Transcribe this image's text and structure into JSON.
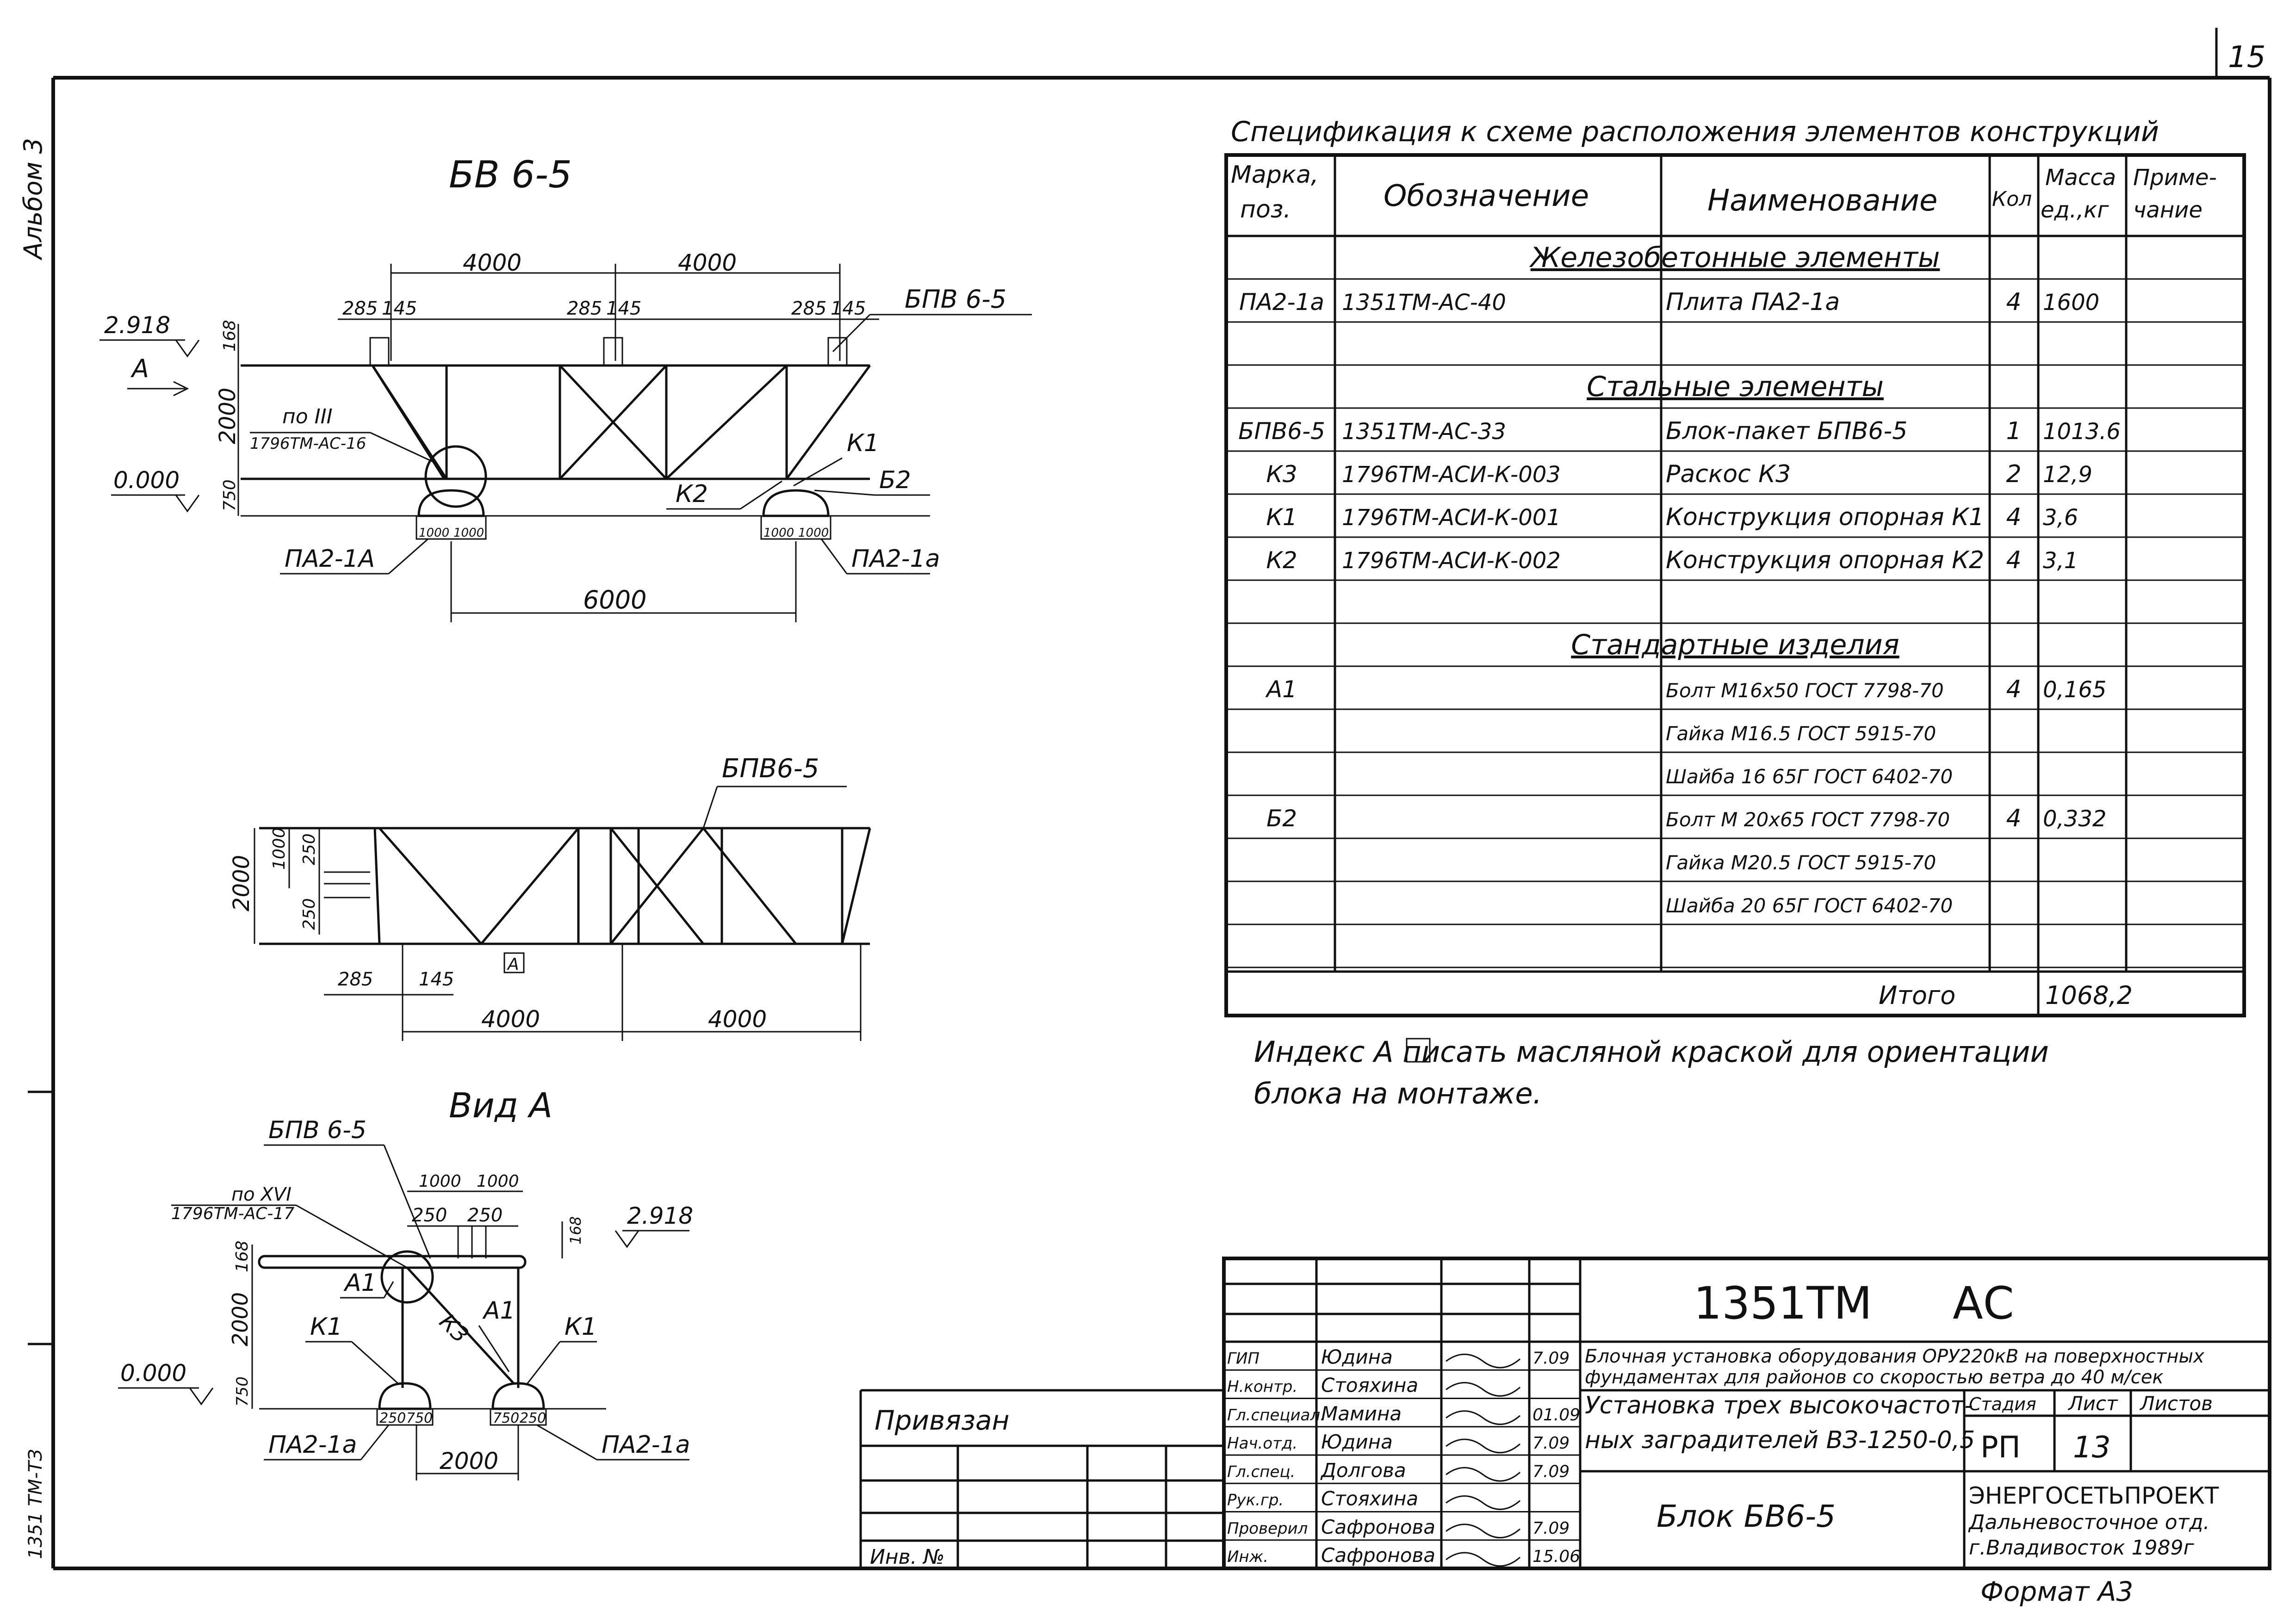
{
  "sheet": {
    "page_number": "15",
    "album": "Альбом 3",
    "side_code": "1351 ТМ-ТЗ",
    "format": "Формат А3",
    "inv": "Инв. №",
    "privyazan": "Привязан"
  },
  "drawings": {
    "top_title": "БВ 6-5",
    "view_a_title": "Вид А",
    "top": {
      "dim_4000_a": "4000",
      "dim_4000_b": "4000",
      "dim_285_a": "285",
      "dim_145_a": "145",
      "dim_285_b": "285",
      "dim_145_b": "145",
      "dim_285_c": "285",
      "dim_145_c": "145",
      "label_bpv": "БПВ 6-5",
      "level_top": "2.918",
      "level_zero": "0.000",
      "dim_168": "168",
      "dim_2000": "2000",
      "dim_750": "750",
      "view_mark": "А",
      "note_po": "по III",
      "note_doc": "1796ТМ-АС-16",
      "k1": "К1",
      "k2": "К2",
      "b2": "Б2",
      "pa_left": "ПА2-1А",
      "pa_right": "ПА2-1а",
      "dim_1000_l1": "1000",
      "dim_1000_l2": "1000",
      "dim_1000_r1": "1000",
      "dim_1000_r2": "1000",
      "dim_6000": "6000"
    },
    "mid": {
      "label": "БПВ6-5",
      "dim_2000": "2000",
      "dim_1000": "1000",
      "dim_250_a": "250",
      "dim_250_b": "250",
      "dim_285": "285",
      "dim_145": "145",
      "index": "А",
      "dim_4000_a": "4000",
      "dim_4000_b": "4000"
    },
    "view": {
      "label_bpv": "БПВ 6-5",
      "note_po": "по XVI",
      "note_doc": "1796ТМ-АС-17",
      "dim_1000_a": "1000",
      "dim_1000_b": "1000",
      "dim_250_a": "250",
      "dim_250_b": "250",
      "dim_168_r": "168",
      "level_top": "2.918",
      "level_zero": "0.000",
      "dim_168": "168",
      "dim_2000": "2000",
      "dim_750": "750",
      "a1_left": "А1",
      "a1_right": "А1",
      "k3": "К3",
      "k1_left": "К1",
      "k1_right": "К1",
      "pa_left": "ПА2-1а",
      "pa_right": "ПА2-1а",
      "dim_250_l": "250",
      "dim_750_l": "750",
      "dim_750_r": "750",
      "dim_250_r": "250",
      "dim_2000_bottom": "2000"
    }
  },
  "spec": {
    "title": "Спецификация  к схеме расположения элементов  конструкций",
    "headers": [
      "Марка, поз.",
      "Обозначение",
      "Наименование",
      "Кол",
      "Масса ед., кг",
      "Приме- чание"
    ],
    "rows": [
      {
        "type": "section",
        "text": "Железобетонные элементы"
      },
      {
        "type": "item",
        "mark": "ПА2-1а",
        "code": "1351ТМ-АС-40",
        "name": "Плита ПА2-1а",
        "qty": "4",
        "mass": "1600",
        "note": ""
      },
      {
        "type": "empty"
      },
      {
        "type": "section",
        "text": "Стальные  элементы"
      },
      {
        "type": "item",
        "mark": "БПВ6-5",
        "code": "1351ТМ-АС-33",
        "name": "Блок-пакет БПВ6-5",
        "qty": "1",
        "mass": "1013.6",
        "note": ""
      },
      {
        "type": "item",
        "mark": "К3",
        "code": "1796ТМ-АСИ-К-003",
        "name": "Раскос К3",
        "qty": "2",
        "mass": "12,9",
        "note": ""
      },
      {
        "type": "item",
        "mark": "К1",
        "code": "1796ТМ-АСИ-К-001",
        "name": "Конструкция опорная К1",
        "qty": "4",
        "mass": "3,6",
        "note": ""
      },
      {
        "type": "item",
        "mark": "К2",
        "code": "1796ТМ-АСИ-К-002",
        "name": "Конструкция опорная К2",
        "qty": "4",
        "mass": "3,1",
        "note": ""
      },
      {
        "type": "empty"
      },
      {
        "type": "section",
        "text": "Стандартные  изделия"
      },
      {
        "type": "item",
        "mark": "А1",
        "code": "",
        "name": "Болт М16х50 ГОСТ 7798-70",
        "qty": "4",
        "mass": "0,165",
        "note": ""
      },
      {
        "type": "item",
        "mark": "",
        "code": "",
        "name": "Гайка М16.5 ГОСТ 5915-70",
        "qty": "",
        "mass": "",
        "note": ""
      },
      {
        "type": "item",
        "mark": "",
        "code": "",
        "name": "Шайба 16 65Г ГОСТ 6402-70",
        "qty": "",
        "mass": "",
        "note": ""
      },
      {
        "type": "item",
        "mark": "Б2",
        "code": "",
        "name": "Болт М 20х65 ГОСТ 7798-70",
        "qty": "4",
        "mass": "0,332",
        "note": ""
      },
      {
        "type": "item",
        "mark": "",
        "code": "",
        "name": "Гайка М20.5 ГОСТ 5915-70",
        "qty": "",
        "mass": "",
        "note": ""
      },
      {
        "type": "item",
        "mark": "",
        "code": "",
        "name": "Шайба 20 65Г ГОСТ 6402-70",
        "qty": "",
        "mass": "",
        "note": ""
      },
      {
        "type": "empty"
      }
    ],
    "total_label": "Итого",
    "total_value": "1068,2",
    "footnote_line1": "Индекс  А  писать  масляной  краской  для  ориентации",
    "footnote_line2": "блока  на  монтаже."
  },
  "title_block": {
    "code": "1351ТМ",
    "stage_code": "АС",
    "description_line1": "Блочная установка оборудования ОРУ220кВ на поверхностных",
    "description_line2": "фундаментах для районов со скоростью ветра до 40 м/сек",
    "subtitle_line1": "Установка трех высокочастот-",
    "subtitle_line2": "ных заградителей ВЗ-1250-0,5",
    "block_name": "Блок БВ6-5",
    "stage_label": "Стадия",
    "sheet_label": "Лист",
    "sheets_label": "Листов",
    "stage_value": "РП",
    "sheet_value": "13",
    "sheets_value": "",
    "org_line1": "ЭНЕРГОСЕТЬПРОЕКТ",
    "org_line2": "Дальневосточное отд.",
    "org_line3": "г.Владивосток  1989г",
    "people": [
      {
        "role": "ГИП",
        "name": "Юдина",
        "date": "7.09"
      },
      {
        "role": "Н.контр.",
        "name": "Стояхина",
        "date": ""
      },
      {
        "role": "Гл.специал.",
        "name": "Мамина",
        "date": "01.09"
      },
      {
        "role": "Нач.отд.",
        "name": "Юдина",
        "date": "7.09"
      },
      {
        "role": "Гл.спец.",
        "name": "Долгова",
        "date": "7.09"
      },
      {
        "role": "Рук.гр.",
        "name": "Стояхина",
        "date": ""
      },
      {
        "role": "Проверил",
        "name": "Сафронова",
        "date": "7.09"
      },
      {
        "role": "Инж.",
        "name": "Сафронова",
        "date": "15.06"
      }
    ]
  }
}
